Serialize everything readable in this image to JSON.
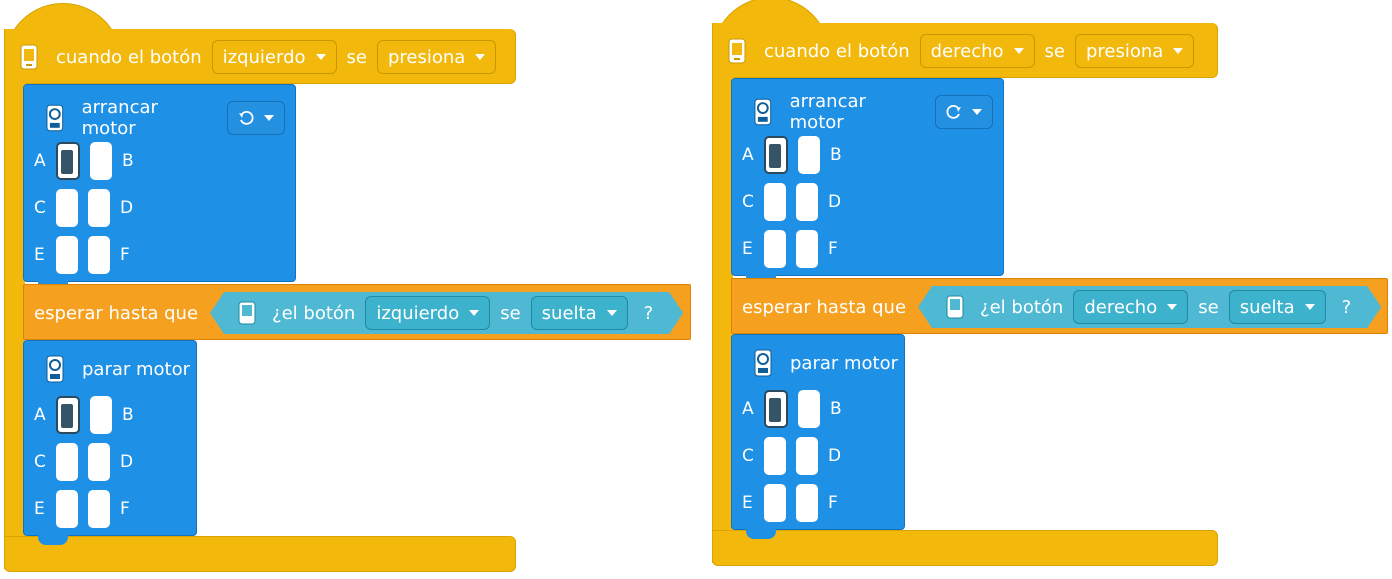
{
  "left": {
    "hat": {
      "prefix": "cuando el botón",
      "button": "izquierdo",
      "se": "se",
      "action": "presiona"
    },
    "start_motor": {
      "label": "arrancar motor",
      "direction": "counterclockwise-icon",
      "ports": [
        [
          "A",
          "B"
        ],
        [
          "C",
          "D"
        ],
        [
          "E",
          "F"
        ]
      ],
      "selected": [
        "A"
      ]
    },
    "wait": {
      "prefix": "esperar hasta que",
      "cond_label": "¿el botón",
      "button": "izquierdo",
      "se": "se",
      "state": "suelta",
      "q": "?"
    },
    "stop_motor": {
      "label": "parar motor",
      "ports": [
        [
          "A",
          "B"
        ],
        [
          "C",
          "D"
        ],
        [
          "E",
          "F"
        ]
      ],
      "selected": [
        "A"
      ]
    }
  },
  "right": {
    "hat": {
      "prefix": "cuando el botón",
      "button": "derecho",
      "se": "se",
      "action": "presiona"
    },
    "start_motor": {
      "label": "arrancar motor",
      "direction": "clockwise-icon",
      "ports": [
        [
          "A",
          "B"
        ],
        [
          "C",
          "D"
        ],
        [
          "E",
          "F"
        ]
      ],
      "selected": [
        "A"
      ]
    },
    "wait": {
      "prefix": "esperar hasta que",
      "cond_label": "¿el botón",
      "button": "derecho",
      "se": "se",
      "state": "suelta",
      "q": "?"
    },
    "stop_motor": {
      "label": "parar motor",
      "ports": [
        [
          "A",
          "B"
        ],
        [
          "C",
          "D"
        ],
        [
          "E",
          "F"
        ]
      ],
      "selected": [
        "A"
      ]
    }
  },
  "colors": {
    "event": "#f2b80c",
    "motor": "#1e90e6",
    "control": "#f6a020",
    "sensor": "#4fb8d3"
  }
}
